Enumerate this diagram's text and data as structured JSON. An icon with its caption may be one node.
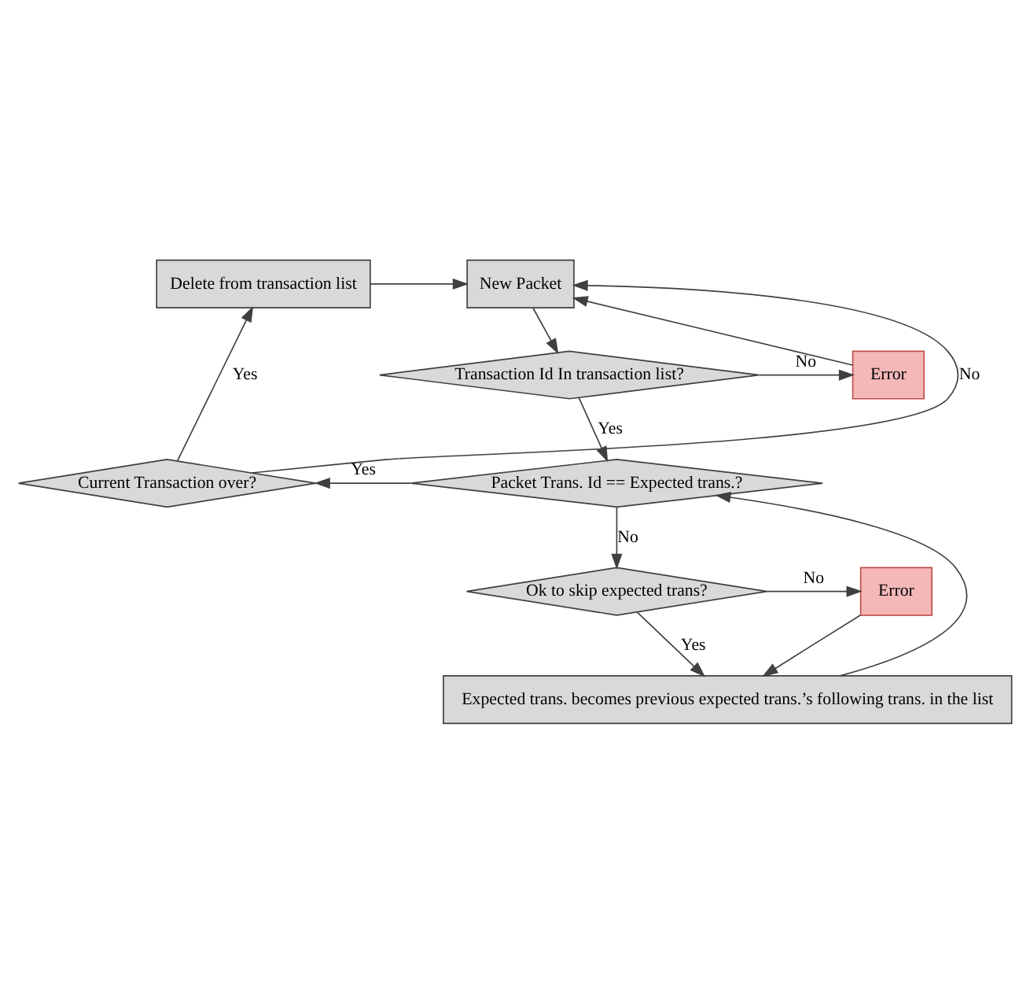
{
  "diagram": {
    "nodes": [
      {
        "text": [
          "Delete from transaction list"
        ]
      },
      {
        "text": [
          "New Packet"
        ]
      },
      {
        "text": [
          "Transaction Id In transaction list?"
        ]
      },
      {
        "text": [
          "Error"
        ]
      },
      {
        "text": [
          "Current Transaction over?"
        ]
      },
      {
        "text": [
          "Packet Trans. Id == Expected trans.?"
        ]
      },
      {
        "text": [
          "Ok to skip expected trans?"
        ]
      },
      {
        "text": [
          "Error"
        ]
      },
      {
        "text": [
          "Expected trans. becomes previous expected trans.’s following trans. in the list"
        ]
      }
    ],
    "edges": [
      {
        "from": 0,
        "to": 1,
        "arrow": "to"
      },
      {
        "from": 1,
        "to": 2,
        "arrow": "to"
      },
      {
        "from": 2,
        "to": 3,
        "arrow": "to",
        "label": "No"
      },
      {
        "from": 3,
        "to": 1,
        "arrow": "to"
      },
      {
        "from": 2,
        "to": 5,
        "arrow": "to",
        "label": "Yes"
      },
      {
        "from": 5,
        "to": 4,
        "arrow": "to",
        "label": "Yes"
      },
      {
        "from": 4,
        "to": 0,
        "arrow": "to",
        "label": "Yes"
      },
      {
        "from": 4,
        "to": 1,
        "arrow": "to",
        "label": "No"
      },
      {
        "from": 5,
        "to": 6,
        "arrow": "to",
        "label": "No"
      },
      {
        "from": 6,
        "to": 7,
        "arrow": "to",
        "label": "No"
      },
      {
        "from": 6,
        "to": 8,
        "arrow": "to",
        "label": "Yes"
      },
      {
        "from": 7,
        "to": 8,
        "arrow": "to"
      },
      {
        "from": 8,
        "to": 5,
        "arrow": "to"
      }
    ]
  }
}
